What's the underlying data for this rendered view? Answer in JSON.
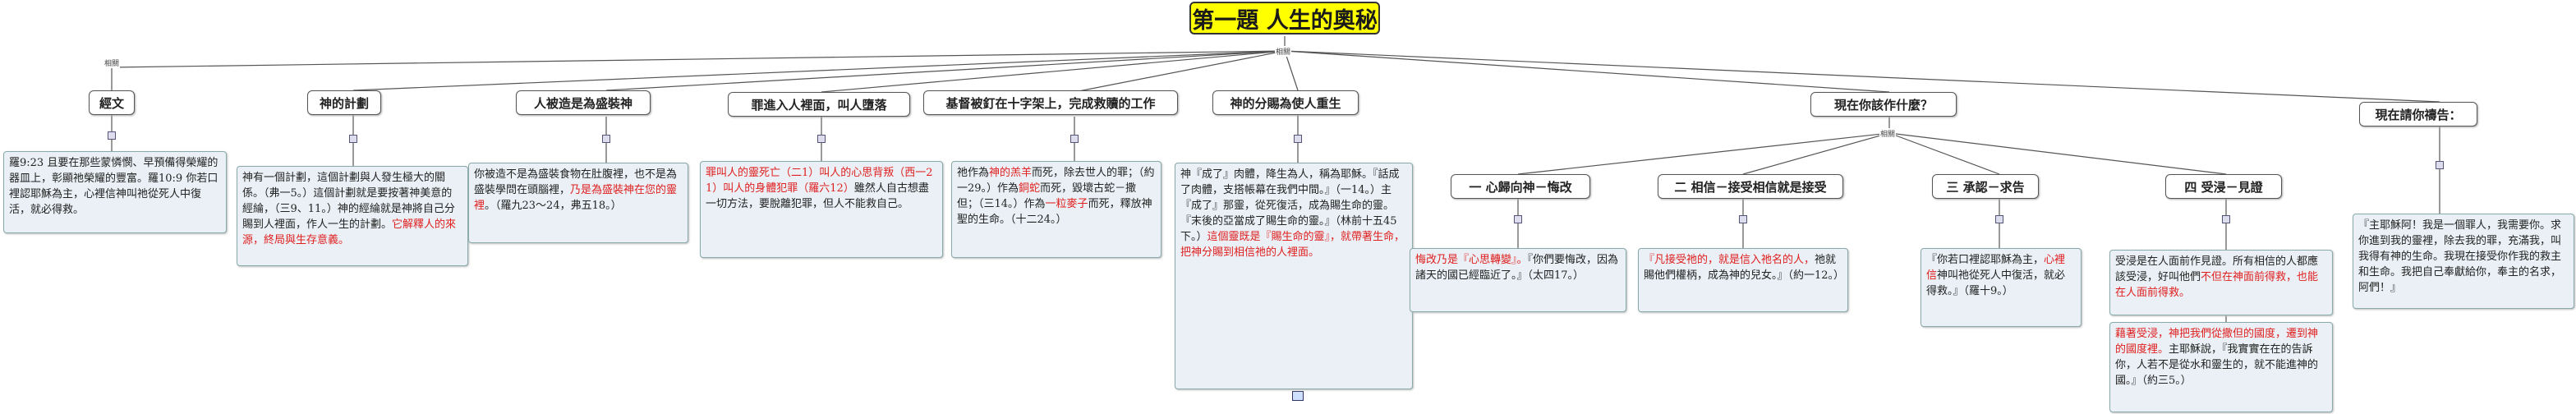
{
  "root": {
    "title": "第一題 人生的奧秘"
  },
  "connector_labels": {
    "root_branch": "相關",
    "root_hub": "相關",
    "now_hub": "相關"
  },
  "topics": [
    {
      "id": "scripture",
      "label": "經文"
    },
    {
      "id": "plan",
      "label": "神的計劃"
    },
    {
      "id": "created",
      "label": "人被造是為盛裝神"
    },
    {
      "id": "sin",
      "label": "罪進入人裡面，叫人墮落"
    },
    {
      "id": "cross",
      "label": "基督被釘在十字架上，完成救贖的工作"
    },
    {
      "id": "dispensing",
      "label": "神的分賜為使人重生"
    },
    {
      "id": "now",
      "label": "現在你該作什麼？"
    },
    {
      "id": "pray",
      "label": "現在請你禱告："
    }
  ],
  "steps": [
    {
      "id": "repent",
      "label": "一 心歸向神－悔改"
    },
    {
      "id": "believe",
      "label": "二 相信－接受相信就是接受"
    },
    {
      "id": "confess",
      "label": "三 承認－求告"
    },
    {
      "id": "baptize",
      "label": "四 受浸－見證"
    }
  ],
  "notes": {
    "scripture": [
      {
        "t": "羅9:23 且要在那些蒙憐憫、早預備得榮耀的器皿上，彰顯祂榮耀的豐富。羅10:9 你若口裡認耶穌為主，心裡信神叫祂從死人中復活，就必得救。"
      }
    ],
    "plan": [
      {
        "t": "神有一個計劃，這個計劃與人發生極大的關係。（弗一5。）這個計劃就是要按著神美意的經綸，（三9、11。）神的經綸就是神將自己分賜到人裡面，作人一生的計劃。"
      },
      {
        "t": "它解釋人的來源，終局與生存意義。",
        "red": true
      }
    ],
    "created": [
      {
        "t": "你被造不是為盛裝食物在肚腹裡，也不是為盛裝學問在頭腦裡，"
      },
      {
        "t": "乃是為盛裝神在您的靈裡",
        "red": true
      },
      {
        "t": "。（羅九23～24，弗五18。）"
      }
    ],
    "sin": [
      {
        "t": "罪叫人的靈死亡（二1）叫人的心思背叛（西一21）叫人的身體犯罪（羅六12）",
        "red": true
      },
      {
        "t": "雖然人自古想盡一切方法，要脫離犯罪，但人不能救自己。"
      }
    ],
    "cross": [
      {
        "t": "祂作為"
      },
      {
        "t": "神的羔羊",
        "red": true
      },
      {
        "t": "而死，除去世人的罪；（約一29。）作為"
      },
      {
        "t": "銅蛇",
        "red": true
      },
      {
        "t": "而死，毀壞古蛇－撒但；（三14。）作為"
      },
      {
        "t": "一粒麥子",
        "red": true
      },
      {
        "t": "而死，釋放神聖的生命。（十二24。）"
      }
    ],
    "dispensing": [
      {
        "t": "神『成了』肉體，降生為人，稱為耶穌。『話成了肉體，支搭帳幕在我們中間。』（一14。）主『成了』那靈，從死復活，成為賜生命的靈。『末後的亞當成了賜生命的靈。』（林前十五45下。）"
      },
      {
        "t": "這個靈既是『賜生命的靈』，就帶著生命，把神分賜到相信祂的人裡面。",
        "red": true
      }
    ],
    "repent": [
      {
        "t": "悔改乃是『心思轉變』。",
        "red": true
      },
      {
        "t": "『你們要悔改，因為諸天的國已經臨近了。』（太四17。）"
      }
    ],
    "believe": [
      {
        "t": "『凡接受祂的，就是信入祂名的人，",
        "red": true
      },
      {
        "t": "祂就賜他們權柄，成為神的兒女。』（約一12。）"
      }
    ],
    "confess": [
      {
        "t": "『你若口裡認耶穌為主，"
      },
      {
        "t": "心裡信",
        "red": true
      },
      {
        "t": "神叫祂從死人中復活，就必得救。』（羅十9。）"
      }
    ],
    "baptize_1": [
      {
        "t": "受浸是在人面前作見證。所有相信的人都應該受浸，好叫他們"
      },
      {
        "t": "不但在神面前得救，也能在人面前得救。",
        "red": true
      }
    ],
    "baptize_2": [
      {
        "t": "藉著受浸，神把我們從撒但的國度，遷到神的國度裡。",
        "red": true
      },
      {
        "t": "主耶穌說，『我實實在在的告訴你，人若不是從水和靈生的，就不能進神的國。』（約三5。）"
      }
    ],
    "pray": [
      {
        "t": "『主耶穌阿！我是一個罪人，我需要你。求你進到我的靈裡，除去我的罪，充滿我，叫我得有神的生命。我現在接受你作我的救主和生命。我把自己奉獻給你，奉主的名求，阿們！』"
      }
    ]
  },
  "colors": {
    "root_fill": "#ffff00",
    "note_fill": "#eaf0f5",
    "highlight_text": "#e02020",
    "line": "#555555"
  }
}
